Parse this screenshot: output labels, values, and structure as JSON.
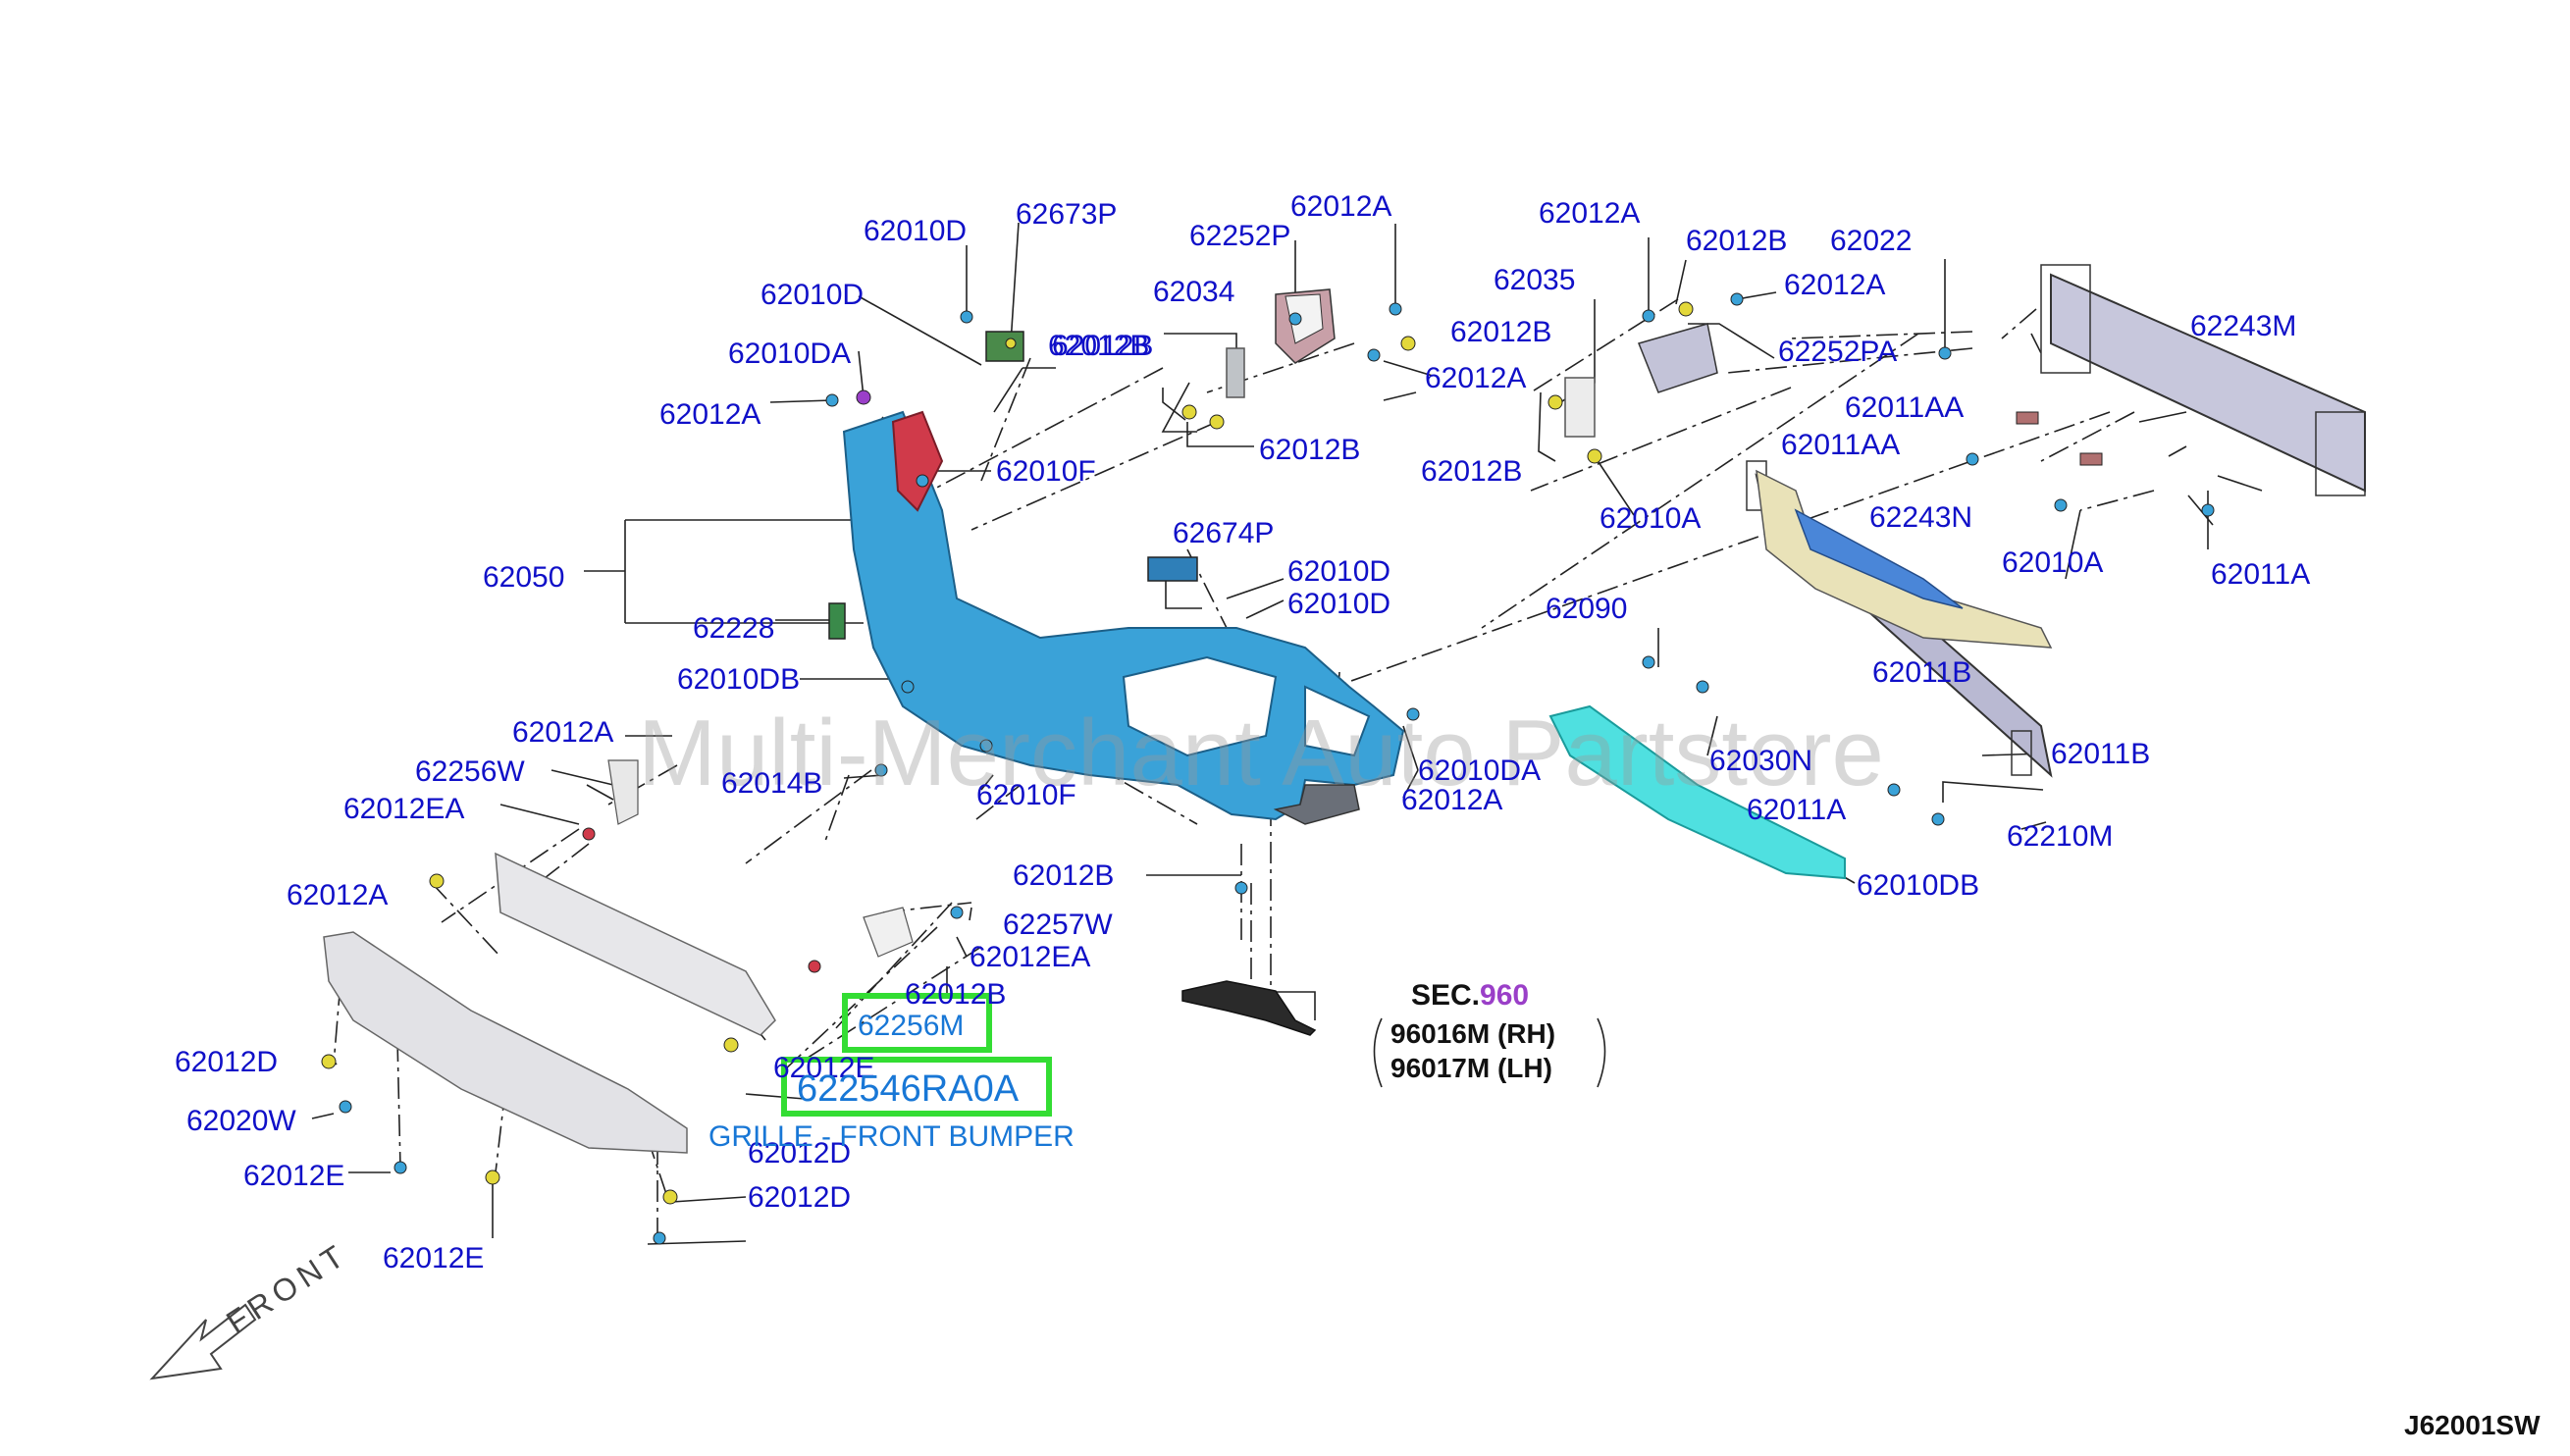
{
  "diagram": {
    "code": "J62001SW",
    "watermark": "Multi-Merchant Auto Partstore",
    "front_label": "FRONT",
    "section": {
      "prefix": "SEC.",
      "number": "960",
      "rh": "96016M (RH)",
      "lh": "96017M (LH)"
    },
    "highlighted": {
      "part_a": "62256M",
      "part_b": "622546RA0A",
      "caption": "GRILLE - FRONT BUMPER"
    },
    "colors": {
      "label": "#1010c8",
      "bumper": "#3aa2d8",
      "highlight": "#33dd33",
      "grille": "#4fe0e0"
    },
    "parts": [
      {
        "id": "p1",
        "text": "62010D"
      },
      {
        "id": "p2",
        "text": "62673P"
      },
      {
        "id": "p3",
        "text": "62010D"
      },
      {
        "id": "p4",
        "text": "62010DA"
      },
      {
        "id": "p5",
        "text": "62012A"
      },
      {
        "id": "p6",
        "text": "62012B"
      },
      {
        "id": "p7",
        "text": "62010F"
      },
      {
        "id": "p8",
        "text": "62050"
      },
      {
        "id": "p9",
        "text": "62228"
      },
      {
        "id": "p10",
        "text": "62010DB"
      },
      {
        "id": "p11",
        "text": "62012A"
      },
      {
        "id": "p12",
        "text": "62256W"
      },
      {
        "id": "p13",
        "text": "62012EA"
      },
      {
        "id": "p14",
        "text": "62014B"
      },
      {
        "id": "p15",
        "text": "62010F"
      },
      {
        "id": "p16",
        "text": "62252P"
      },
      {
        "id": "p17",
        "text": "62012A"
      },
      {
        "id": "p18",
        "text": "62034"
      },
      {
        "id": "p19",
        "text": "62012B"
      },
      {
        "id": "p20",
        "text": "62012A"
      },
      {
        "id": "p21",
        "text": "62012B"
      },
      {
        "id": "p22",
        "text": "62674P"
      },
      {
        "id": "p23",
        "text": "62010D"
      },
      {
        "id": "p24",
        "text": "62010D"
      },
      {
        "id": "p25",
        "text": "62010DA"
      },
      {
        "id": "p26",
        "text": "62012A"
      },
      {
        "id": "p27",
        "text": "62012A"
      },
      {
        "id": "p28",
        "text": "62035"
      },
      {
        "id": "p29",
        "text": "62012B"
      },
      {
        "id": "p30",
        "text": "62012A"
      },
      {
        "id": "p31",
        "text": "62252PA"
      },
      {
        "id": "p32",
        "text": "62012B"
      },
      {
        "id": "p33",
        "text": "62012B"
      },
      {
        "id": "p34",
        "text": "62010A"
      },
      {
        "id": "p35",
        "text": "62022"
      },
      {
        "id": "p36",
        "text": "62243M"
      },
      {
        "id": "p37",
        "text": "62011AA"
      },
      {
        "id": "p38",
        "text": "62011AA"
      },
      {
        "id": "p39",
        "text": "62243N"
      },
      {
        "id": "p40",
        "text": "62010A"
      },
      {
        "id": "p41",
        "text": "62011A"
      },
      {
        "id": "p42",
        "text": "62090"
      },
      {
        "id": "p43",
        "text": "62011B"
      },
      {
        "id": "p44",
        "text": "62030N"
      },
      {
        "id": "p45",
        "text": "62011B"
      },
      {
        "id": "p46",
        "text": "62011A"
      },
      {
        "id": "p47",
        "text": "62210M"
      },
      {
        "id": "p48",
        "text": "62010DB"
      },
      {
        "id": "p49",
        "text": "62012B"
      },
      {
        "id": "p50",
        "text": "62012A"
      },
      {
        "id": "p51",
        "text": "62257W"
      },
      {
        "id": "p52",
        "text": "62012EA"
      },
      {
        "id": "p53",
        "text": "62012B"
      },
      {
        "id": "p54",
        "text": "62012E"
      },
      {
        "id": "p55",
        "text": "62012D"
      },
      {
        "id": "p56",
        "text": "62020W"
      },
      {
        "id": "p57",
        "text": "62012D"
      },
      {
        "id": "p58",
        "text": "62012E"
      },
      {
        "id": "p59",
        "text": "62012E"
      },
      {
        "id": "p60",
        "text": "62012D"
      }
    ]
  }
}
